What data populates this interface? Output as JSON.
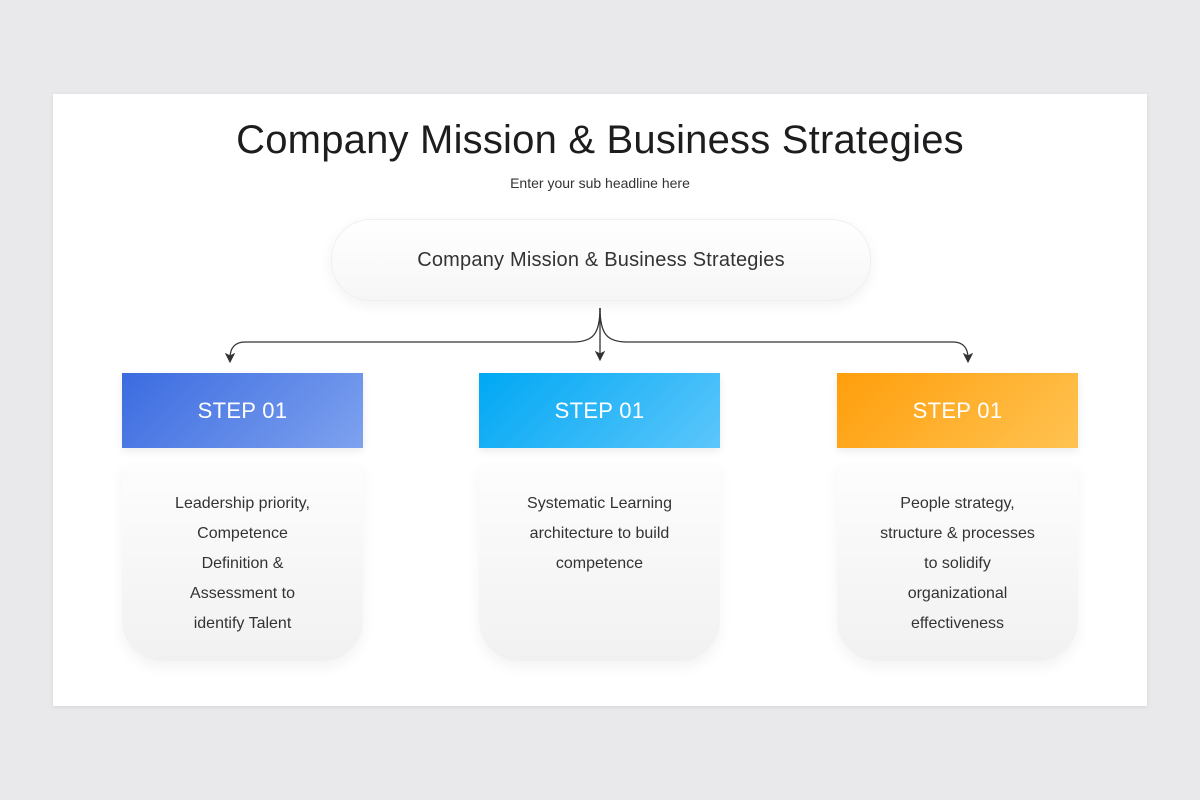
{
  "slide": {
    "title": "Company Mission & Business Strategies",
    "subtitle": "Enter your sub headline here"
  },
  "root": {
    "label": "Company Mission & Business Strategies"
  },
  "steps": [
    {
      "title": "STEP 01",
      "text": "Leadership priority,\nCompetence\nDefinition &\nAssessment to\nidentify Talent",
      "color_start": "#3b6be0",
      "color_end": "#7ea2ef"
    },
    {
      "title": "STEP 01",
      "text": "Systematic Learning\narchitecture to build\ncompetence",
      "color_start": "#00a8f4",
      "color_end": "#5cc6fb"
    },
    {
      "title": "STEP 01",
      "text": "People strategy,\nstructure & processes\nto solidify\norganizational\neffectiveness",
      "color_start": "#ff9e0b",
      "color_end": "#ffc352"
    }
  ],
  "colors": {
    "background": "#e9e8ea",
    "slide": "#ffffff",
    "connector": "#333333"
  }
}
